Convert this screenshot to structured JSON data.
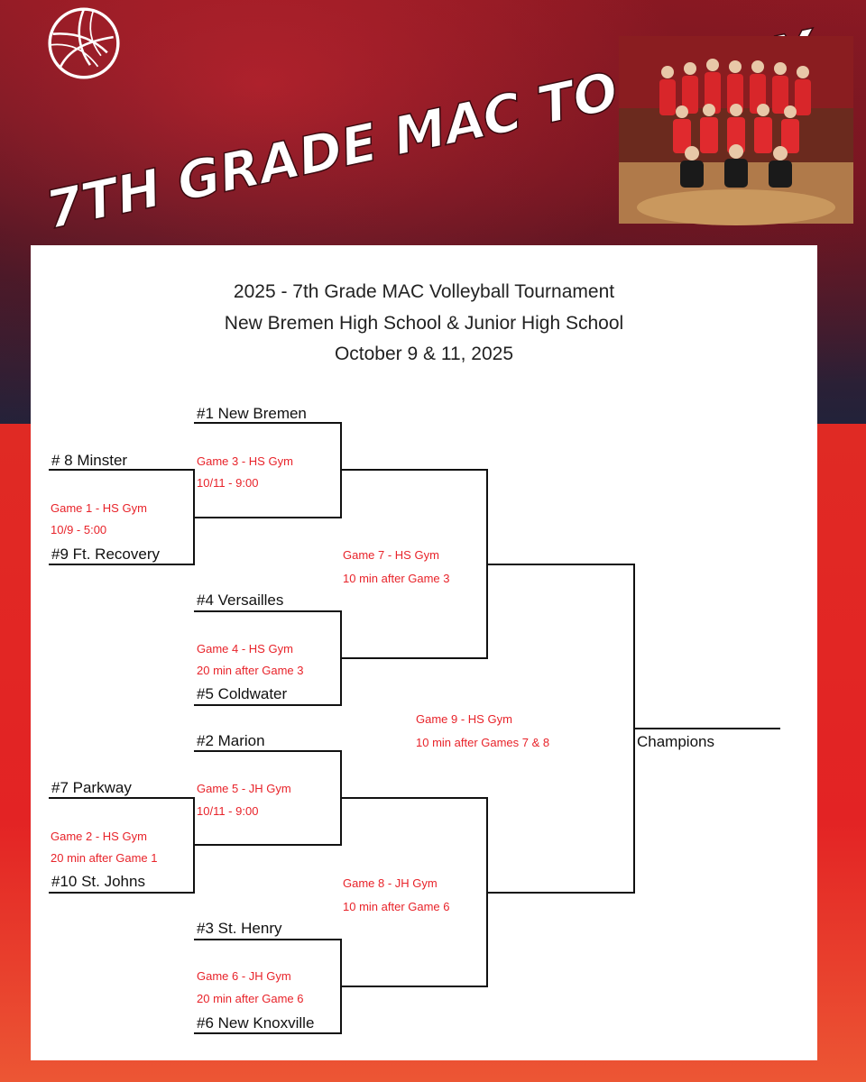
{
  "banner": {
    "title": "7TH GRADE MAC TOURNEY",
    "ball_icon": "volleyball-icon",
    "photo_caption": "team-photo"
  },
  "header": {
    "line1": "2025 - 7th Grade MAC Volleyball Tournament",
    "line2": "New Bremen High School & Junior High School",
    "line3": "October 9 & 11, 2025"
  },
  "teams": {
    "t1": "#1  New Bremen",
    "t8": "# 8  Minster",
    "t9": "#9 Ft. Recovery",
    "t4": "#4  Versailles",
    "t5": "#5  Coldwater",
    "t2": "#2  Marion",
    "t7": "#7 Parkway",
    "t10": "#10  St. Johns",
    "t3": "#3 St. Henry",
    "t6": "#6  New Knoxville"
  },
  "games": {
    "g1": {
      "line1": "Game 1 - HS Gym",
      "line2": "10/9 - 5:00"
    },
    "g2": {
      "line1": "Game 2 - HS Gym",
      "line2": "20 min after Game 1"
    },
    "g3": {
      "line1": "Game 3 - HS Gym",
      "line2": "10/11 - 9:00"
    },
    "g4": {
      "line1": "Game 4 - HS Gym",
      "line2": "20 min after Game 3"
    },
    "g5": {
      "line1": "Game 5 - JH Gym",
      "line2": "10/11 - 9:00"
    },
    "g6": {
      "line1": "Game 6 - JH Gym",
      "line2": "20 min after Game 6"
    },
    "g7": {
      "line1": "Game 7 - HS Gym",
      "line2": "10 min after Game 3"
    },
    "g8": {
      "line1": "Game 8 - JH Gym",
      "line2": "10 min after Game 6"
    },
    "g9": {
      "line1": "Game 9 - HS Gym",
      "line2": "10 min after Games 7 & 8"
    }
  },
  "champions": "Champions",
  "colors": {
    "game_text": "#e8232a",
    "line": "#111111",
    "title_text": "#ffffff"
  }
}
